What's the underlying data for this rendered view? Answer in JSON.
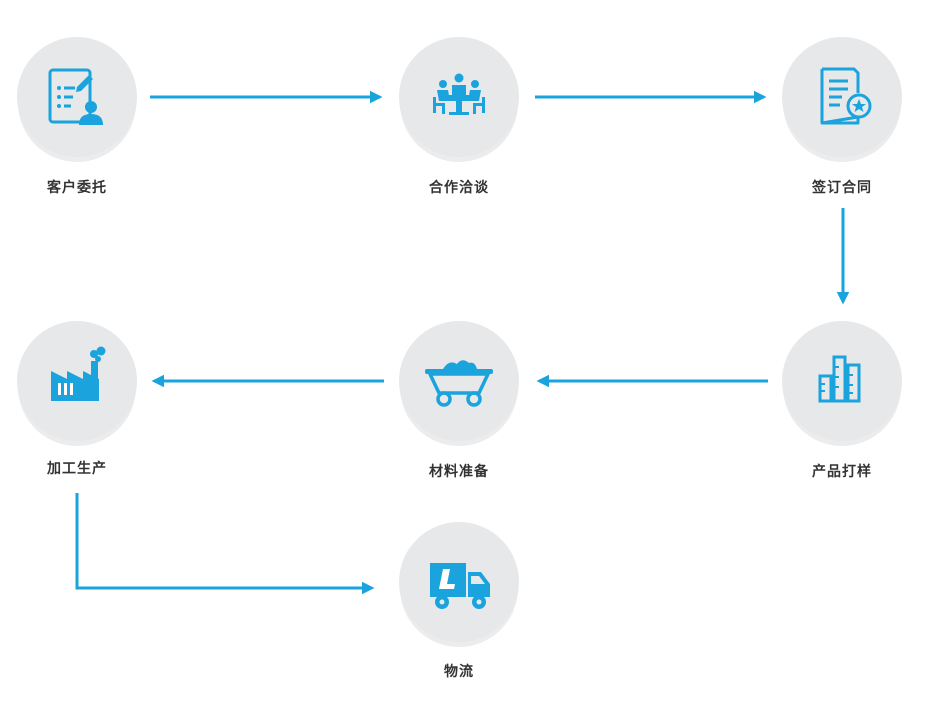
{
  "accent_color": "#1aa3dc",
  "steps": [
    {
      "id": "entrust",
      "label": "客户委托",
      "icon": "client-document-icon"
    },
    {
      "id": "negotiate",
      "label": "合作洽谈",
      "icon": "meeting-icon"
    },
    {
      "id": "contract",
      "label": "签订合同",
      "icon": "contract-star-icon"
    },
    {
      "id": "sample",
      "label": "产品打样",
      "icon": "beakers-icon"
    },
    {
      "id": "materials",
      "label": "材料准备",
      "icon": "mine-cart-icon"
    },
    {
      "id": "production",
      "label": "加工生产",
      "icon": "factory-icon"
    },
    {
      "id": "logistics",
      "label": "物流",
      "icon": "truck-icon"
    }
  ]
}
